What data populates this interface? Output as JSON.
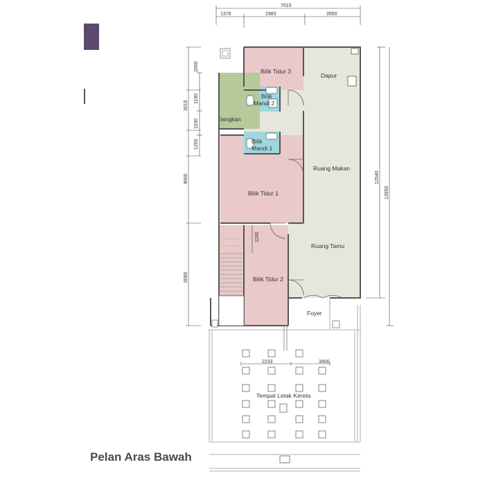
{
  "title": "Pelan Aras Bawah",
  "colors": {
    "bedroom": "#e9c9c9",
    "bathroom": "#9fd6df",
    "living": "#e6e6dc",
    "langkan": "#b5c99a",
    "wall": "#555555",
    "accent": "#5b4a6e"
  },
  "rooms": {
    "bilik_tidur_3": "Bilik Tidur 3",
    "dapur": "Dapur",
    "bilik_mandi_2": [
      "Bilik",
      "Mandi 2"
    ],
    "langkan": "langkan",
    "bilik_mandi_1": [
      "Bilik",
      "Mandi 1"
    ],
    "ruang_makan": "Ruang Makan",
    "bilik_tidur_1": "Bilik Tidur 1",
    "ruang_tamu": "Ruang Tamu",
    "bilik_tidur_2": "Bilik Tidur 2",
    "foyer": "Foyer",
    "tempat_letak_kereta": "Tempat Letak Kereta"
  },
  "dimensions": {
    "top_total": "7010",
    "top_1": "1378",
    "top_2": "2983",
    "top_3": "2650",
    "left_2000": "2000",
    "left_1190": "1190",
    "left_3015": "3015",
    "left_1100": "1100",
    "left_1200a": "1200",
    "left_4600": "4600",
    "left_1200b": "1200",
    "left_5060": "5060",
    "right_12540": "12540",
    "right_13950": "13950",
    "parking_2233": "2233",
    "parking_3400": "3400"
  }
}
